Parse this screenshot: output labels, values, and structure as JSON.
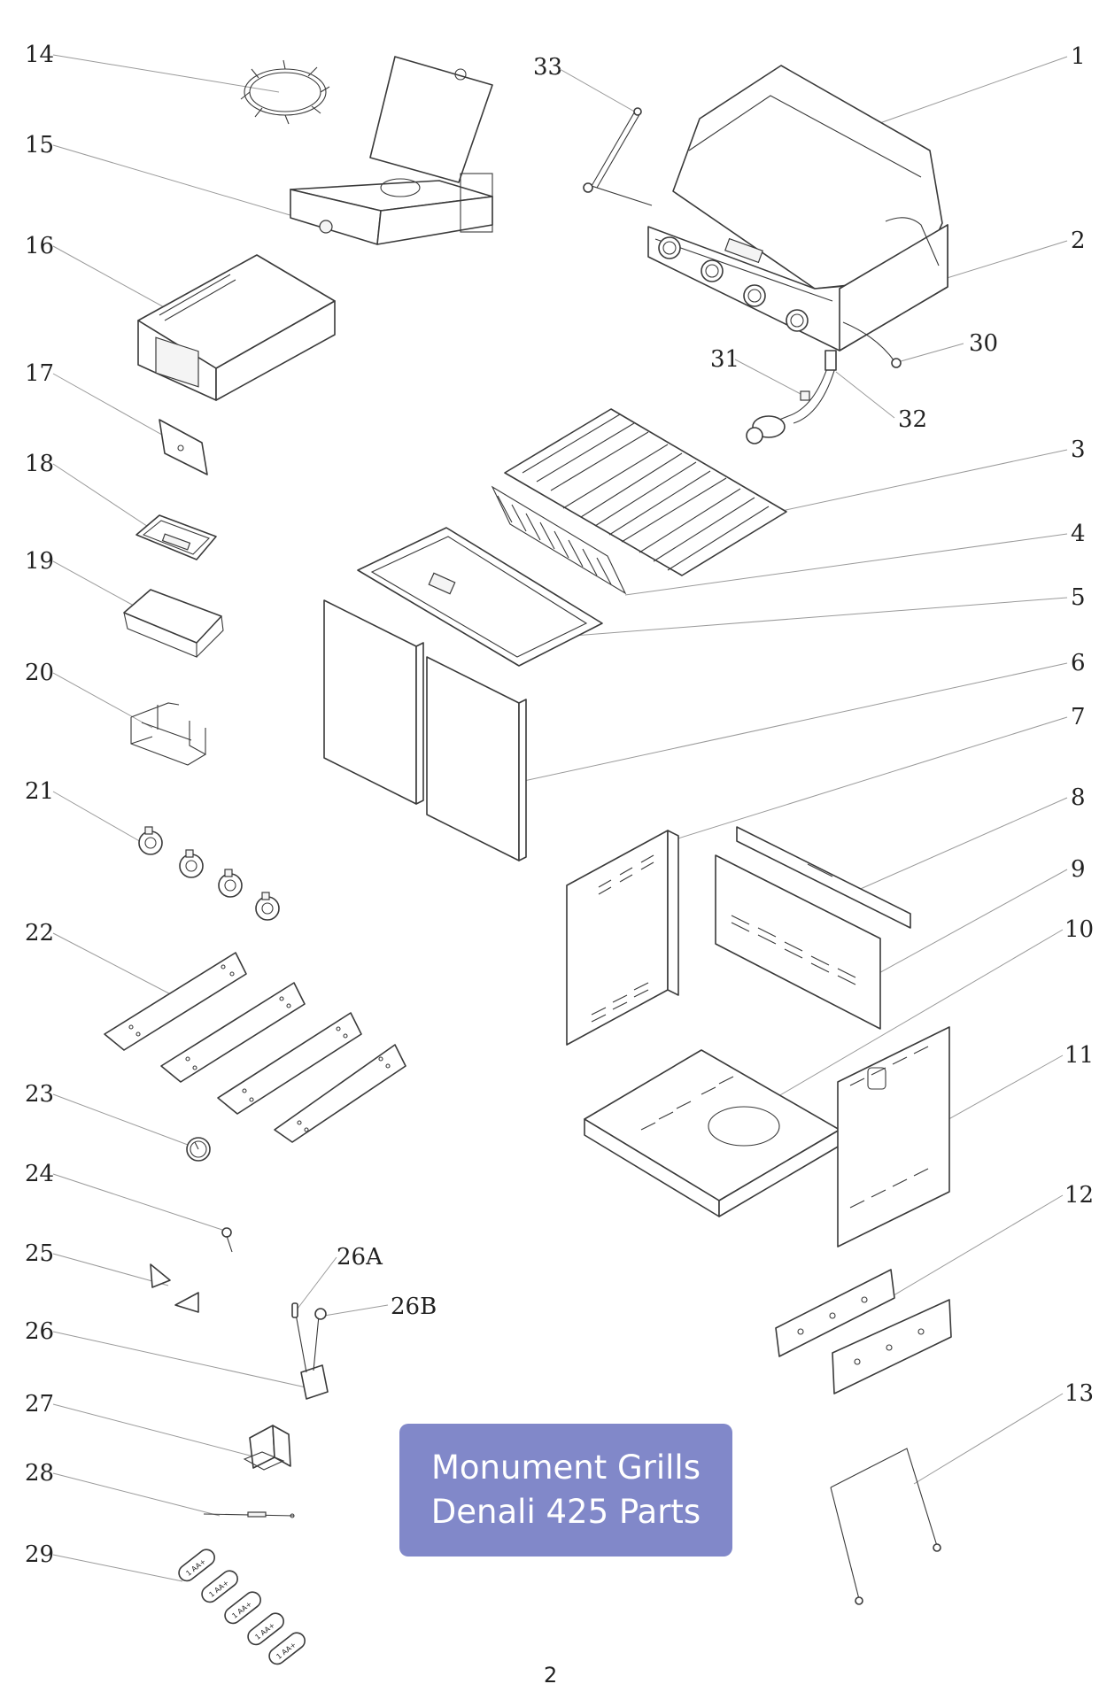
{
  "title": {
    "line1": "Monument Grills",
    "line2": "Denali 425 Parts"
  },
  "page_number": "2",
  "callouts": [
    "1",
    "2",
    "3",
    "4",
    "5",
    "6",
    "7",
    "8",
    "9",
    "10",
    "11",
    "12",
    "13",
    "14",
    "15",
    "16",
    "17",
    "18",
    "19",
    "20",
    "21",
    "22",
    "23",
    "24",
    "25",
    "26",
    "26A",
    "26B",
    "27",
    "28",
    "29",
    "30",
    "31",
    "32",
    "33"
  ],
  "battery_labels": [
    "1 AA+",
    "1 AA+",
    "1 AA+",
    "1 AA+",
    "1 AA+"
  ],
  "colors": {
    "title_background": "#8188c9",
    "title_text": "#ffffff",
    "line_art": "#3a3a3a",
    "leader_lines": "#9a9a9a"
  }
}
